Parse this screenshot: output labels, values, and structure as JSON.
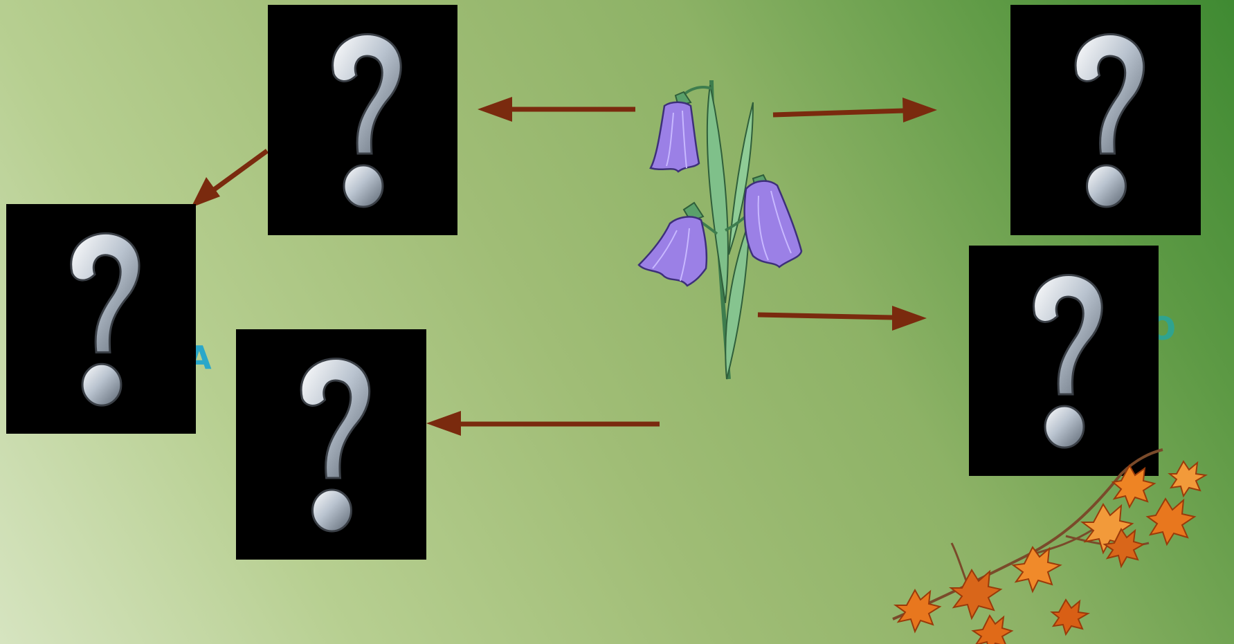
{
  "slide": {
    "background_gradient": [
      "#d6e4c0",
      "#a0bd76",
      "#3f8a32"
    ],
    "arrow_color": "#7a2a0e",
    "card_color": "#000000",
    "question_glyph": "?"
  },
  "cards": [
    {
      "id": "card-top-left",
      "label": "?"
    },
    {
      "id": "card-left",
      "label": "?"
    },
    {
      "id": "card-bottom-left",
      "label": "?"
    },
    {
      "id": "card-top-right",
      "label": "?"
    },
    {
      "id": "card-right",
      "label": "?"
    }
  ],
  "center_image": {
    "icon": "bellflower-icon",
    "petal_color": "#9b80e6",
    "stem_color": "#6fb07a"
  },
  "decoration": {
    "icon": "autumn-leaves-icon",
    "leaf_color": "#e8771e"
  }
}
